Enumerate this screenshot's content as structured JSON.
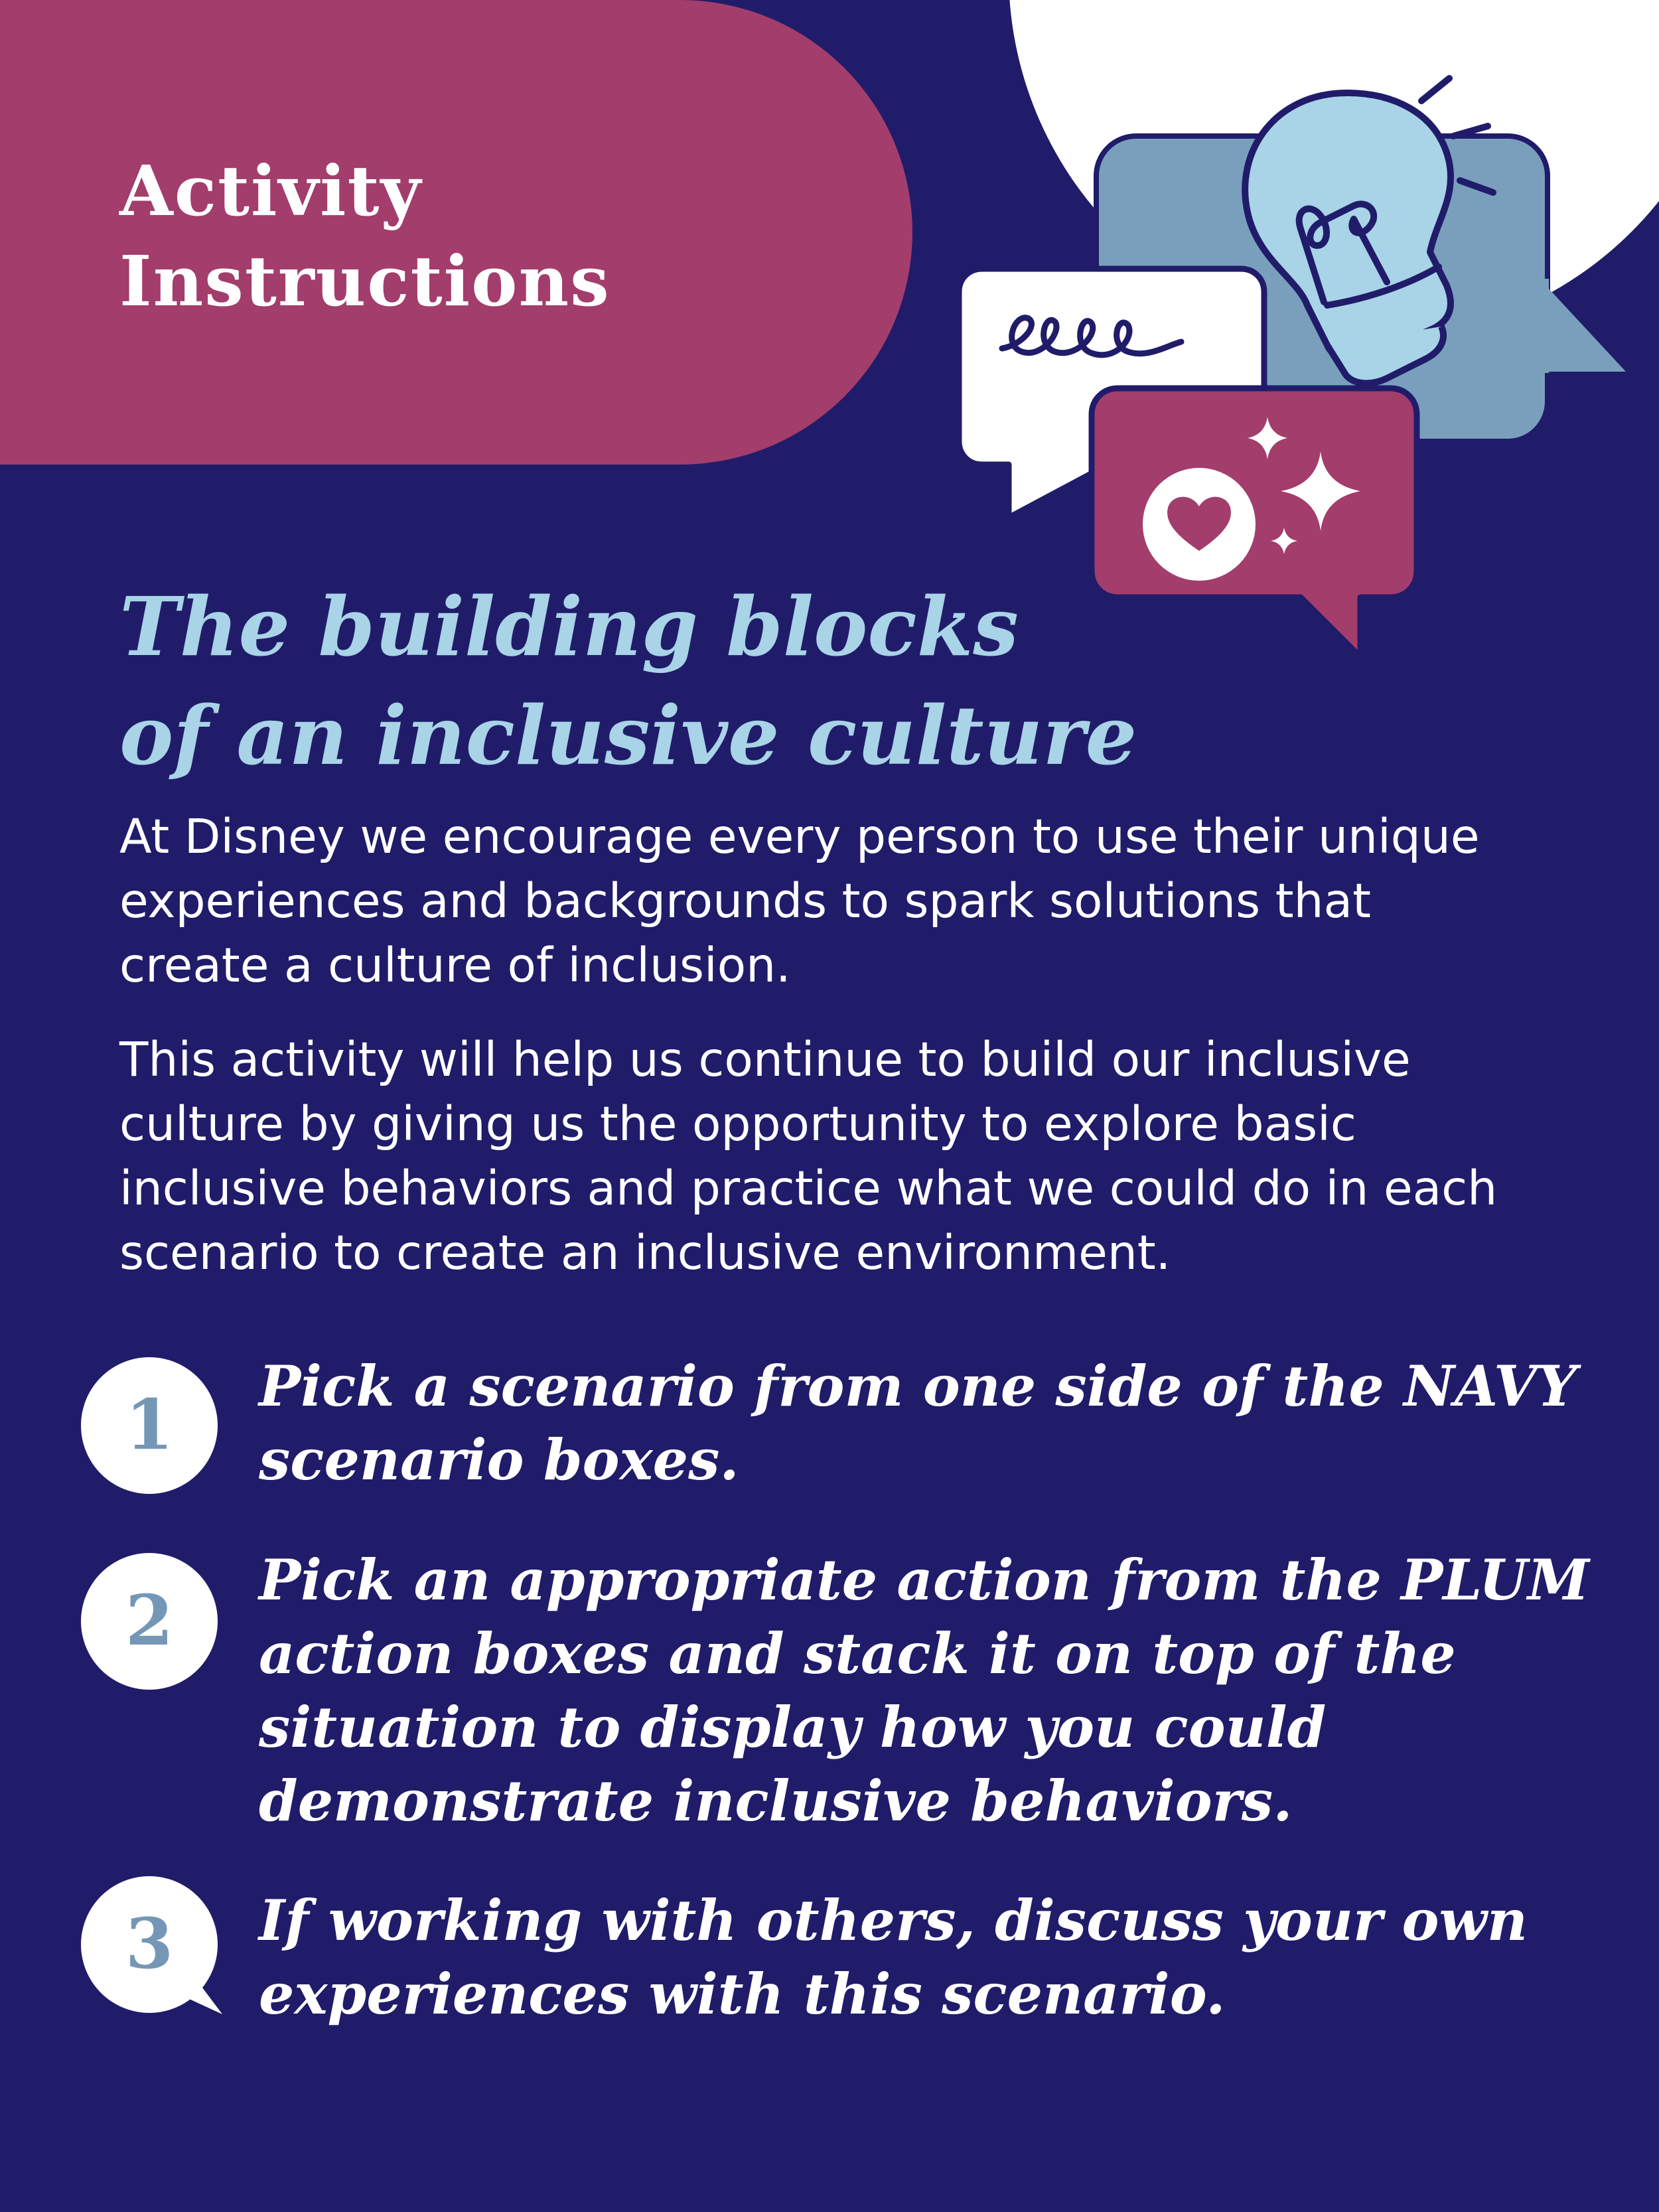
{
  "header": {
    "title_lines": [
      "Activity",
      "Instructions"
    ]
  },
  "heading": {
    "lines": [
      "The building blocks",
      "of an inclusive culture"
    ]
  },
  "intro": {
    "paragraph1_lines": [
      "At Disney we encourage every person to use their unique",
      "experiences and backgrounds to spark solutions that",
      "create a culture of inclusion."
    ],
    "paragraph2_lines": [
      "This activity will help us continue to build our inclusive",
      "culture by giving us the opportunity to explore basic",
      "inclusive behaviors and practice what we could do in each",
      "scenario to create an inclusive environment."
    ]
  },
  "steps": [
    {
      "number": "1",
      "lines": [
        "Pick a scenario from one side of the NAVY",
        "scenario boxes."
      ]
    },
    {
      "number": "2",
      "lines": [
        "Pick an appropriate action from the PLUM",
        "action boxes and stack it on top of the",
        "situation to display how you could",
        "demonstrate inclusive behaviors."
      ]
    },
    {
      "number": "3",
      "lines": [
        "If working with others, discuss your own",
        "experiences with this scenario."
      ]
    }
  ],
  "illustration": {
    "icons": [
      "lightbulb-icon",
      "speech-bubble-icon",
      "handwriting-squiggle-icon",
      "heart-icon",
      "sparkle-icon"
    ]
  },
  "colors": {
    "background": "#201c6a",
    "plum": "#a23d6c",
    "light_blue": "#a9d3e6",
    "steel_blue": "#7a9fbd",
    "white": "#ffffff",
    "number_blue": "#7597b7"
  }
}
